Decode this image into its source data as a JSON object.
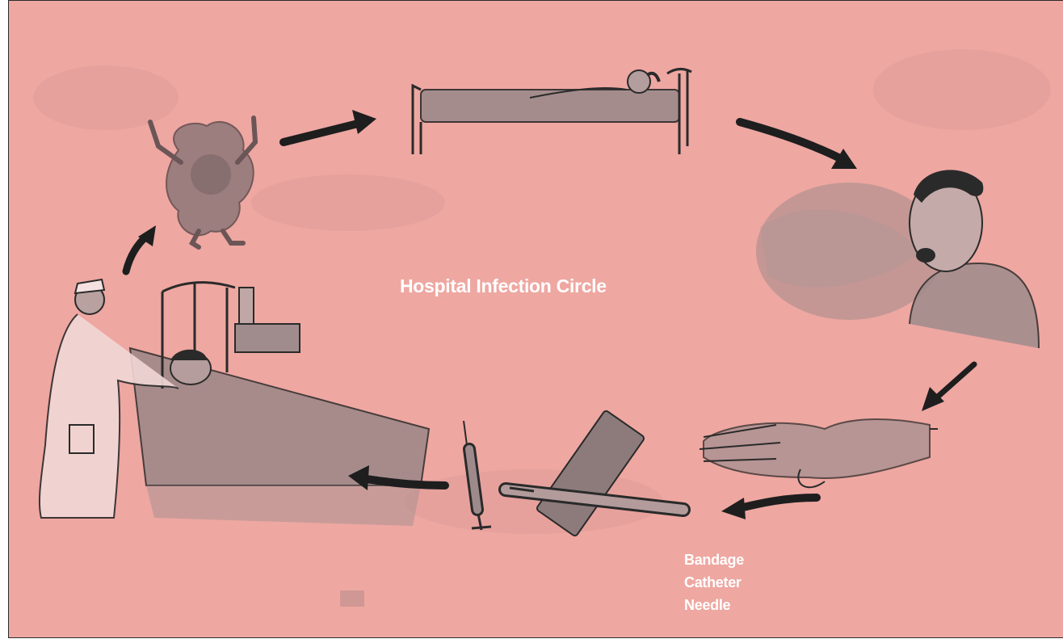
{
  "diagram": {
    "title": "Hospital Infection Circle",
    "items": [
      "Bandage",
      "Catheter",
      "Needle"
    ],
    "colors": {
      "background": "#eea7a1",
      "text": "#ffffff",
      "ink": "#1e1e1e",
      "shade": "#8f7f80"
    },
    "cycle_steps": [
      "germ-figure",
      "patient-in-bed",
      "coughing-man",
      "hand",
      "bandage-catheter-needle",
      "syringe",
      "nurse-with-bedridden-patient"
    ]
  }
}
